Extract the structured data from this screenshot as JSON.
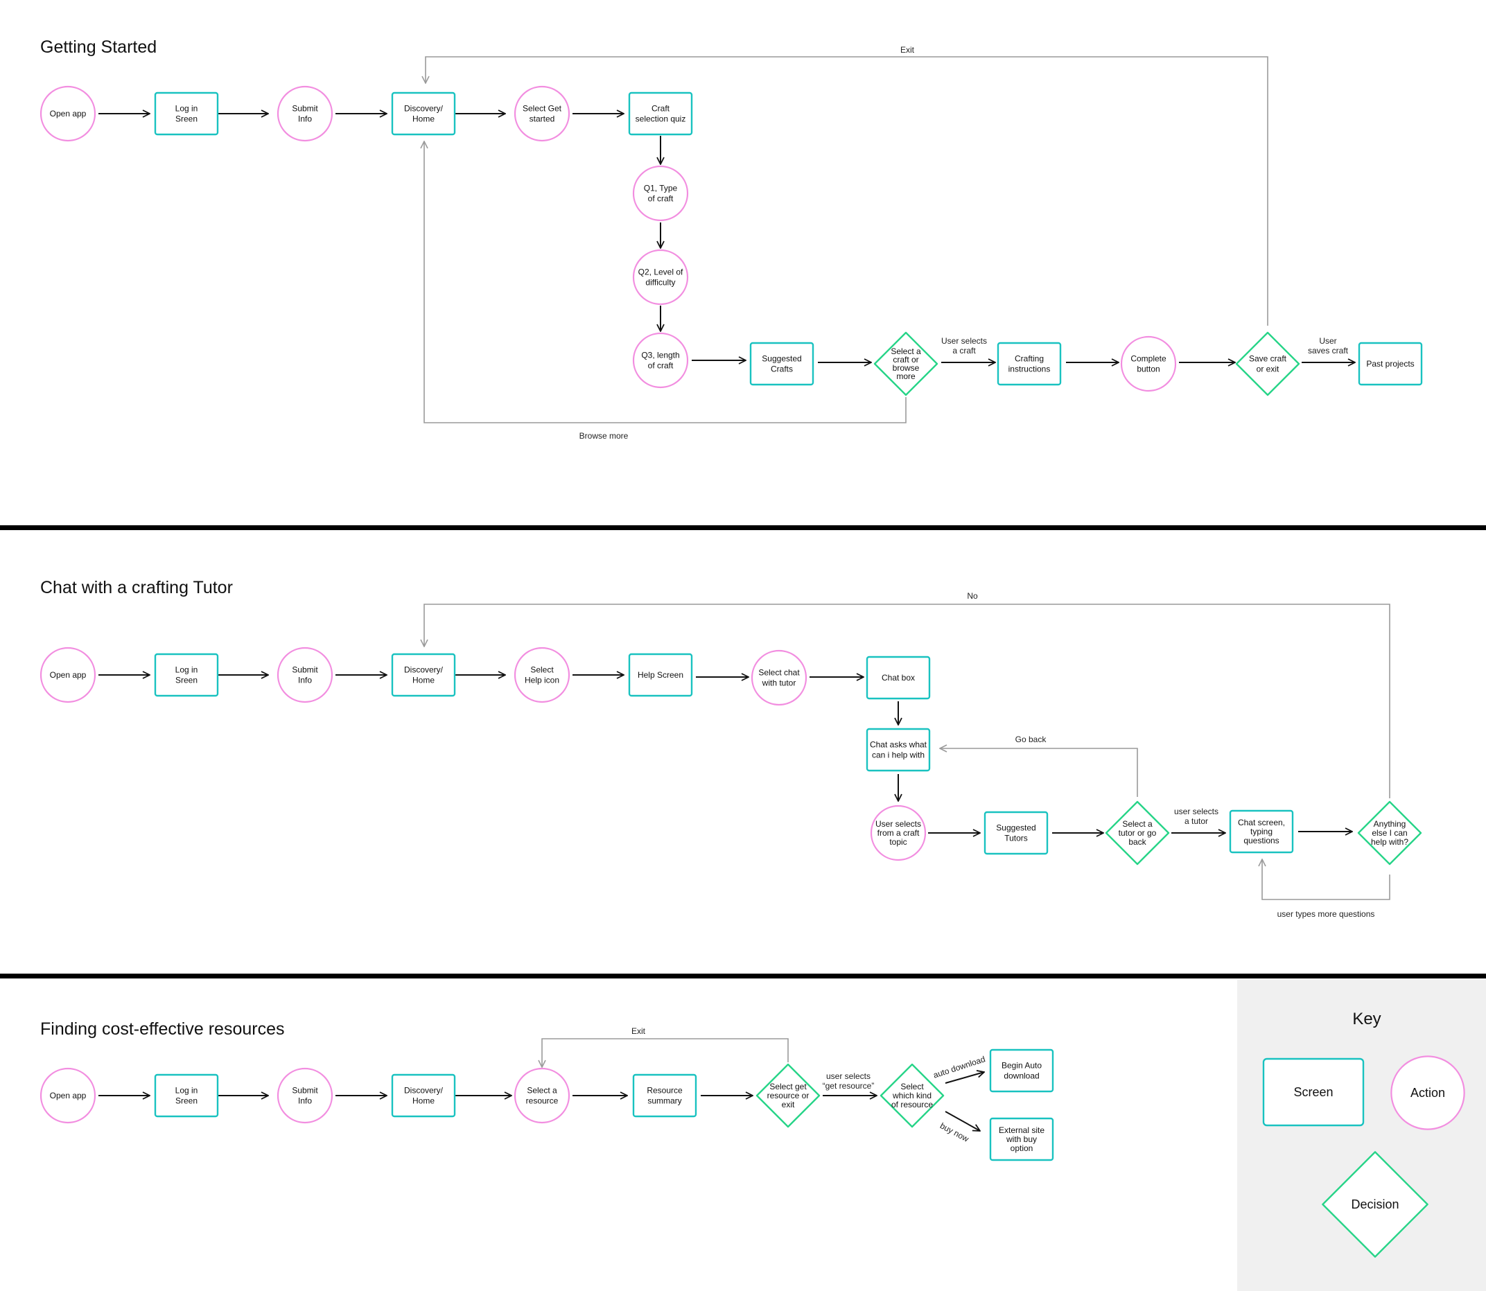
{
  "colors": {
    "screen": "#19c2c0",
    "action": "#f28ee0",
    "decision": "#27d488",
    "arrow_main": "#111111",
    "arrow_loop": "#9a9a9a",
    "divider": "#000000",
    "key_bg": "#f0f0f0"
  },
  "icons": {
    "screen": "rounded-rectangle",
    "action": "circle",
    "decision": "diamond"
  },
  "sections": [
    {
      "id": "getting-started",
      "title": "Getting Started",
      "nodes": [
        {
          "id": "open",
          "type": "action",
          "lines": [
            "Open app"
          ]
        },
        {
          "id": "login",
          "type": "screen",
          "lines": [
            "Log in",
            "Sreen"
          ]
        },
        {
          "id": "submit",
          "type": "action",
          "lines": [
            "Submit",
            "Info"
          ]
        },
        {
          "id": "home",
          "type": "screen",
          "lines": [
            "Discovery/",
            "Home"
          ]
        },
        {
          "id": "getstarted",
          "type": "action",
          "lines": [
            "Select Get",
            "started"
          ]
        },
        {
          "id": "quiz",
          "type": "screen",
          "lines": [
            "Craft",
            "selection quiz"
          ]
        },
        {
          "id": "q1",
          "type": "action",
          "lines": [
            "Q1, Type",
            "of craft"
          ]
        },
        {
          "id": "q2",
          "type": "action",
          "lines": [
            "Q2, Level of",
            "difficulty"
          ]
        },
        {
          "id": "q3",
          "type": "action",
          "lines": [
            "Q3, length",
            "of craft"
          ]
        },
        {
          "id": "suggested",
          "type": "screen",
          "lines": [
            "Suggested",
            "Crafts"
          ]
        },
        {
          "id": "selectcraft",
          "type": "decision",
          "lines": [
            "Select a",
            "craft or",
            "browse",
            "more"
          ]
        },
        {
          "id": "instructions",
          "type": "screen",
          "lines": [
            "Crafting",
            "instructions"
          ]
        },
        {
          "id": "complete",
          "type": "action",
          "lines": [
            "Complete",
            "button"
          ]
        },
        {
          "id": "save",
          "type": "decision",
          "lines": [
            "Save craft",
            "or exit"
          ]
        },
        {
          "id": "past",
          "type": "screen",
          "lines": [
            "Past projects"
          ]
        }
      ],
      "edge_labels": [
        {
          "id": "e-selects-craft",
          "lines": [
            "User selects",
            "a craft"
          ]
        },
        {
          "id": "e-saves",
          "lines": [
            "User",
            "saves craft"
          ]
        },
        {
          "id": "e-exit",
          "lines": [
            "Exit"
          ]
        },
        {
          "id": "e-browse",
          "lines": [
            "Browse more"
          ]
        }
      ]
    },
    {
      "id": "chat-tutor",
      "title": "Chat with a crafting Tutor",
      "nodes": [
        {
          "id": "open",
          "type": "action",
          "lines": [
            "Open app"
          ]
        },
        {
          "id": "login",
          "type": "screen",
          "lines": [
            "Log in",
            "Sreen"
          ]
        },
        {
          "id": "submit",
          "type": "action",
          "lines": [
            "Submit",
            "Info"
          ]
        },
        {
          "id": "home",
          "type": "screen",
          "lines": [
            "Discovery/",
            "Home"
          ]
        },
        {
          "id": "helpicon",
          "type": "action",
          "lines": [
            "Select",
            "Help icon"
          ]
        },
        {
          "id": "helpscreen",
          "type": "screen",
          "lines": [
            "Help Screen"
          ]
        },
        {
          "id": "chatwith",
          "type": "action",
          "lines": [
            "Select chat",
            "with tutor"
          ]
        },
        {
          "id": "chatbox",
          "type": "screen",
          "lines": [
            "Chat box"
          ]
        },
        {
          "id": "asks",
          "type": "screen",
          "lines": [
            "Chat asks what",
            "can i help with"
          ]
        },
        {
          "id": "topic",
          "type": "action",
          "lines": [
            "User selects",
            "from a craft",
            "topic"
          ]
        },
        {
          "id": "tutors",
          "type": "screen",
          "lines": [
            "Suggested",
            "Tutors"
          ]
        },
        {
          "id": "selecttutor",
          "type": "decision",
          "lines": [
            "Select a",
            "tutor or go",
            "back"
          ]
        },
        {
          "id": "chatscreen",
          "type": "screen",
          "lines": [
            "Chat screen,",
            "typing",
            "questions"
          ]
        },
        {
          "id": "anything",
          "type": "decision",
          "lines": [
            "Anything",
            "else I can",
            "help with?"
          ]
        }
      ],
      "edge_labels": [
        {
          "id": "e-selects-tutor",
          "lines": [
            "user selects",
            "a tutor"
          ]
        },
        {
          "id": "e-goback",
          "lines": [
            "Go back"
          ]
        },
        {
          "id": "e-no",
          "lines": [
            "No"
          ]
        },
        {
          "id": "e-more",
          "lines": [
            "user types more questions"
          ]
        }
      ]
    },
    {
      "id": "resources",
      "title": "Finding cost-effective resources",
      "nodes": [
        {
          "id": "open",
          "type": "action",
          "lines": [
            "Open app"
          ]
        },
        {
          "id": "login",
          "type": "screen",
          "lines": [
            "Log in",
            "Sreen"
          ]
        },
        {
          "id": "submit",
          "type": "action",
          "lines": [
            "Submit",
            "Info"
          ]
        },
        {
          "id": "home",
          "type": "screen",
          "lines": [
            "Discovery/",
            "Home"
          ]
        },
        {
          "id": "selectres",
          "type": "action",
          "lines": [
            "Select a",
            "resource"
          ]
        },
        {
          "id": "summary",
          "type": "screen",
          "lines": [
            "Resource",
            "summary"
          ]
        },
        {
          "id": "getres",
          "type": "decision",
          "lines": [
            "Select get",
            "resource or",
            "exit"
          ]
        },
        {
          "id": "kind",
          "type": "decision",
          "lines": [
            "Select",
            "which kind",
            "of resource"
          ]
        },
        {
          "id": "autodl",
          "type": "screen",
          "lines": [
            "Begin Auto",
            "download"
          ]
        },
        {
          "id": "external",
          "type": "screen",
          "lines": [
            "External site",
            "with buy",
            "option"
          ]
        }
      ],
      "edge_labels": [
        {
          "id": "e-getres",
          "lines": [
            "user selects",
            "“get resource”"
          ]
        },
        {
          "id": "e-exit",
          "lines": [
            "Exit"
          ]
        },
        {
          "id": "e-auto",
          "lines": [
            "auto download"
          ]
        },
        {
          "id": "e-buy",
          "lines": [
            "buy now"
          ]
        }
      ]
    }
  ],
  "key": {
    "title": "Key",
    "items": [
      {
        "type": "screen",
        "label": "Screen"
      },
      {
        "type": "action",
        "label": "Action"
      },
      {
        "type": "decision",
        "label": "Decision"
      }
    ]
  }
}
